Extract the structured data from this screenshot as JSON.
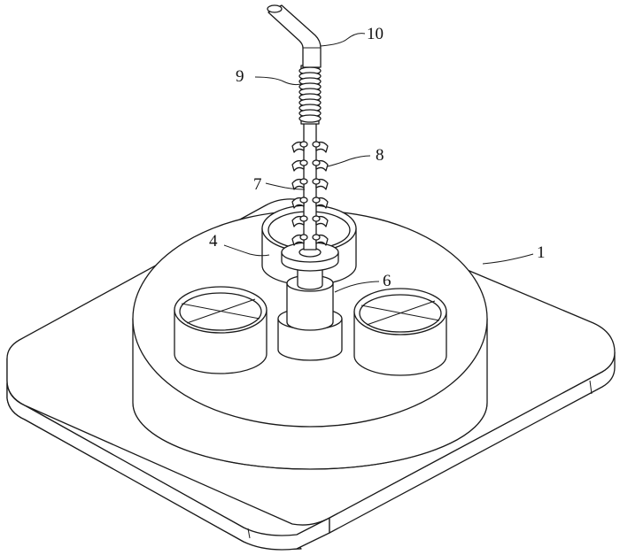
{
  "figure": {
    "labels": {
      "base_plate": "1",
      "rotary_disc": "4",
      "support_column": "6",
      "guide_rod": "7",
      "nozzle_group": "8",
      "spring": "9",
      "inlet_pipe": "10"
    },
    "line_color": "#1a1a1a",
    "background": "#ffffff"
  }
}
